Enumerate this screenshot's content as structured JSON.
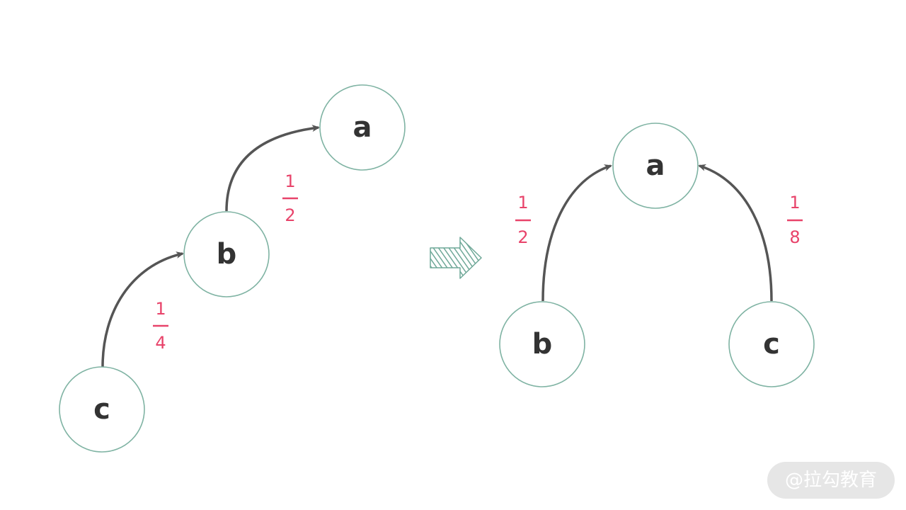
{
  "left_tree": {
    "nodes": {
      "a": "a",
      "b": "b",
      "c": "c"
    },
    "edges": [
      {
        "from": "c",
        "to": "b",
        "numerator": "1",
        "denominator": "4"
      },
      {
        "from": "b",
        "to": "a",
        "numerator": "1",
        "denominator": "2"
      }
    ]
  },
  "transform_arrow": {
    "icon": "hatched-right-arrow-icon",
    "color": "#6fa898"
  },
  "right_tree": {
    "nodes": {
      "a": "a",
      "b": "b",
      "c": "c"
    },
    "edges": [
      {
        "from": "b",
        "to": "a",
        "numerator": "1",
        "denominator": "2"
      },
      {
        "from": "c",
        "to": "a",
        "numerator": "1",
        "denominator": "8"
      }
    ]
  },
  "colors": {
    "node_stroke": "#7fb3a3",
    "edge": "#555555",
    "weight": "#e8436a"
  },
  "watermark": "@拉勾教育"
}
